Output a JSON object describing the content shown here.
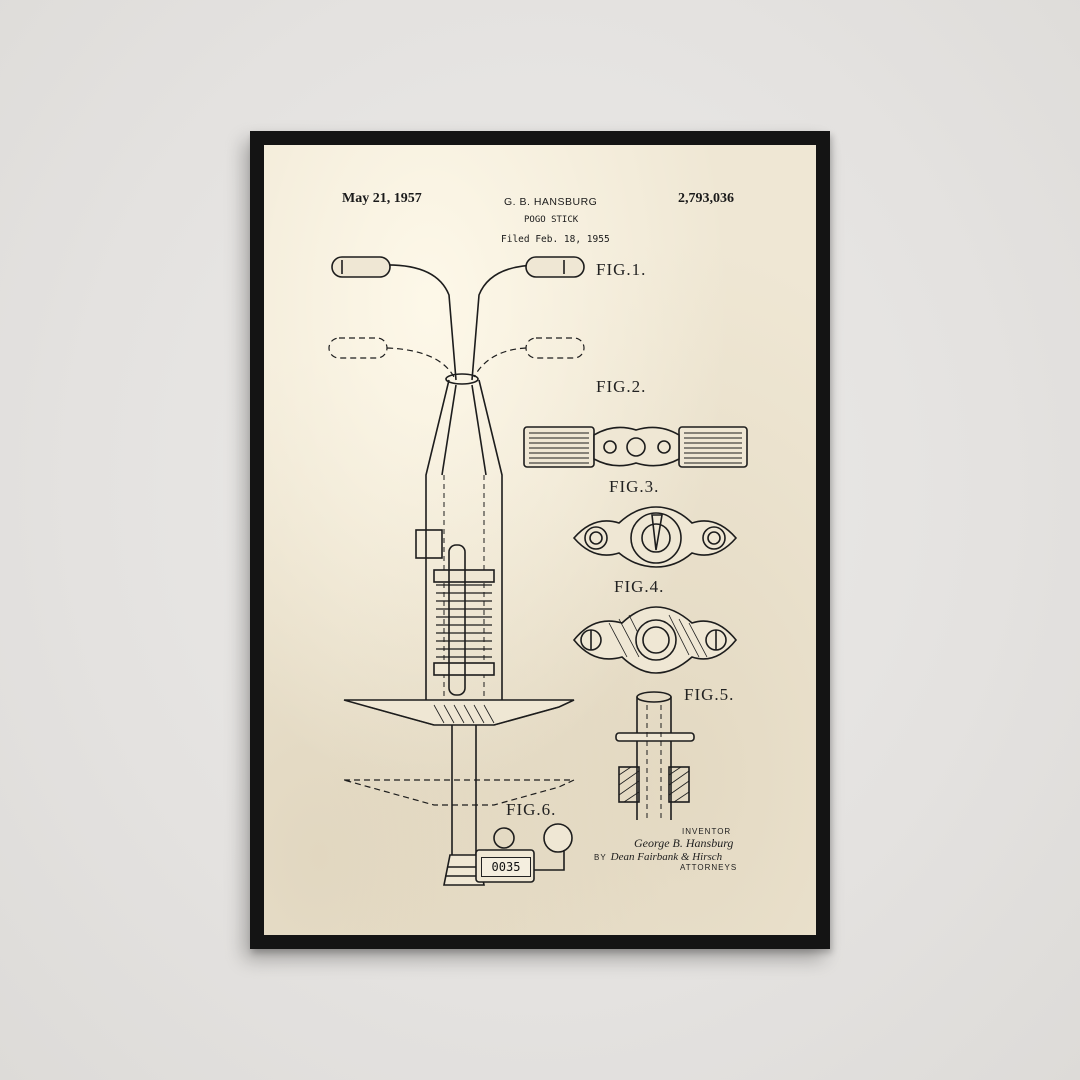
{
  "patent": {
    "date": "May 21, 1957",
    "inventor_header": "G. B. HANSBURG",
    "title": "POGO STICK",
    "filed": "Filed Feb. 18, 1955",
    "number": "2,793,036"
  },
  "figures": {
    "fig1": "FIG.1.",
    "fig2": "FIG.2.",
    "fig3": "FIG.3.",
    "fig4": "FIG.4.",
    "fig5": "FIG.5.",
    "fig6": "FIG.6."
  },
  "counter_display": "0035",
  "signature": {
    "inventor_label": "INVENTOR",
    "inventor_name": "George B. Hansburg",
    "by_label": "BY",
    "attorneys_name": "Dean Fairbank & Hirsch",
    "attorneys_label": "ATTORNEYS"
  },
  "colors": {
    "frame": "#141414",
    "paper": "#efe7d4",
    "ink": "#1b1b1b",
    "wall": "#e6e4e2"
  }
}
